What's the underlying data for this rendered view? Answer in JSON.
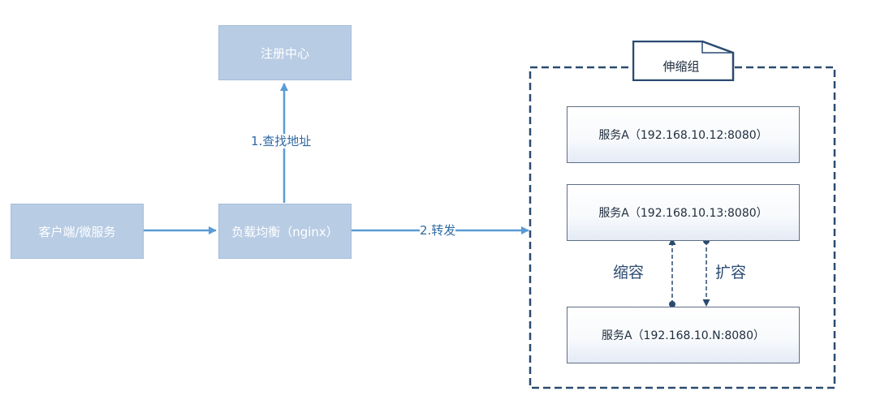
{
  "nodes": {
    "registry": "注册中心",
    "client": "客户端/微服务",
    "load_balancer": "负载均衡（nginx）",
    "service_a1": "服务A（192.168.10.12:8080）",
    "service_a2": "服务A（192.168.10.13:8080）",
    "service_an": "服务A（192.168.10.N:8080）"
  },
  "group": {
    "label": "伸缩组"
  },
  "edges": {
    "lookup": "1.查找地址",
    "forward": "2.转发",
    "scale_in": "缩容",
    "scale_out": "扩容"
  },
  "colors": {
    "node_fill": "#b8cce4",
    "arrow": "#5b9bd5",
    "group_border": "#2b4a70",
    "label_text": "#2f6aa3"
  }
}
